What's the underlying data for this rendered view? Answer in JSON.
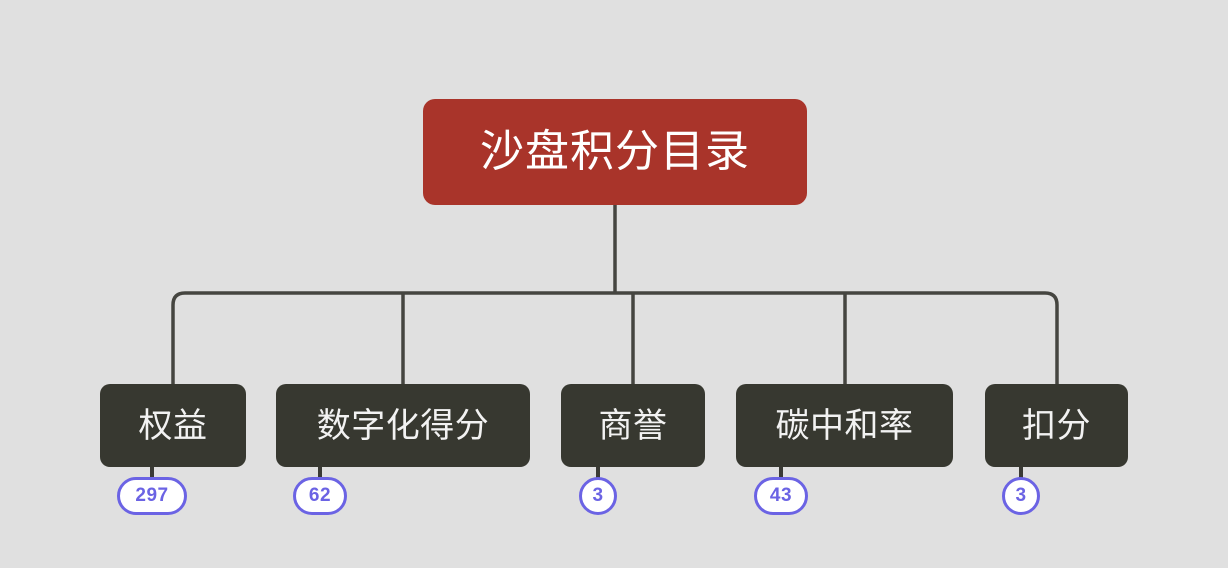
{
  "diagram": {
    "type": "org-chart",
    "background_color": "#e0e0e0",
    "root": {
      "label": "沙盘积分目录",
      "fill_color": "#a9342a",
      "text_color": "#ffffff"
    },
    "connector_color": "#454540",
    "badge": {
      "fill_color": "#ffffff",
      "border_color": "#6b63e4",
      "text_color": "#6b63e4"
    },
    "children": [
      {
        "label": "权益",
        "count": "297",
        "fill_color": "#373830"
      },
      {
        "label": "数字化得分",
        "count": "62",
        "fill_color": "#373830"
      },
      {
        "label": "商誉",
        "count": "3",
        "fill_color": "#373830"
      },
      {
        "label": "碳中和率",
        "count": "43",
        "fill_color": "#373830"
      },
      {
        "label": "扣分",
        "count": "3",
        "fill_color": "#373830"
      }
    ]
  }
}
